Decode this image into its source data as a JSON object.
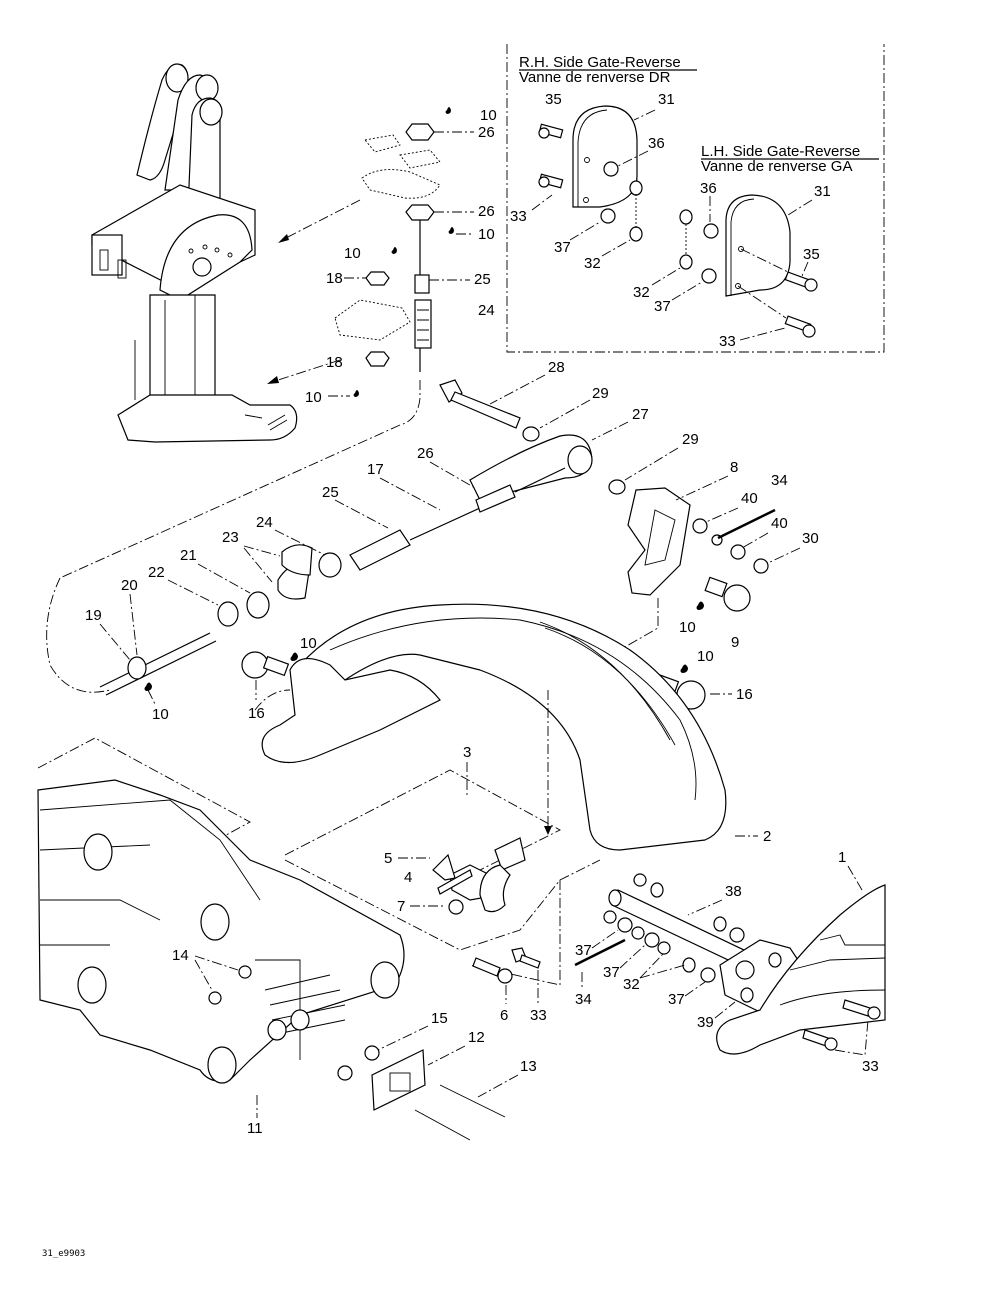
{
  "insets": {
    "rh": {
      "title": "R.H. Side Gate-Reverse",
      "subtitle": "Vanne de renverse DR"
    },
    "lh": {
      "title": "L.H. Side Gate-Reverse",
      "subtitle": "Vanne de renverse GA"
    }
  },
  "drawing_reference": "31_e9903",
  "callouts": {
    "rh_35": "35",
    "rh_31": "31",
    "rh_36": "36",
    "rh_33": "33",
    "rh_37": "37",
    "rh_32": "32",
    "lh_36": "36",
    "lh_31": "31",
    "lh_35": "35",
    "lh_32": "32",
    "lh_37": "37",
    "lh_33": "33",
    "t_10a": "10",
    "t_26a": "26",
    "t_26b": "26",
    "t_10b": "10",
    "t_10c": "10",
    "t_18a": "18",
    "t_25": "25",
    "t_24": "24",
    "t_18b": "18",
    "t_10d": "10",
    "c_28": "28",
    "c_29a": "29",
    "c_27": "27",
    "c_29b": "29",
    "c_8": "8",
    "c_34a": "34",
    "c_40a": "40",
    "c_40b": "40",
    "c_30": "30",
    "c_10e": "10",
    "c_9": "9",
    "c_10f": "10",
    "c_16a": "16",
    "m_26": "26",
    "m_17": "17",
    "m_25": "25",
    "m_24": "24",
    "m_23": "23",
    "m_21": "21",
    "m_22": "22",
    "m_20": "20",
    "m_19": "19",
    "m_10g": "10",
    "m_10h": "10",
    "m_16b": "16",
    "b_3": "3",
    "b_5": "5",
    "b_4": "4",
    "b_7": "7",
    "b_2": "2",
    "b_1": "1",
    "b_38": "38",
    "b_37a": "37",
    "b_37b": "37",
    "b_32": "32",
    "b_37c": "37",
    "b_34": "34",
    "b_39": "39",
    "b_33a": "33",
    "b_6": "6",
    "b_33b": "33",
    "b_14": "14",
    "b_15": "15",
    "b_12": "12",
    "b_13": "13",
    "b_11": "11"
  }
}
